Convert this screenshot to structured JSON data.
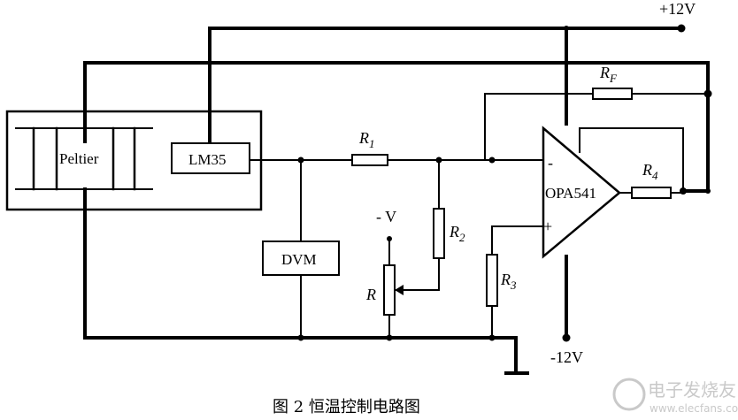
{
  "labels": {
    "vplus": "+12V",
    "vminus": "-12V",
    "neg_v": "- V",
    "peltier": "Peltier",
    "lm35": "LM35",
    "dvm": "DVM",
    "opamp": "OPA541",
    "rf_main": "R",
    "rf_sub": "F",
    "r1_main": "R",
    "r1_sub": "1",
    "r2_main": "R",
    "r2_sub": "2",
    "r3_main": "R",
    "r3_sub": "3",
    "r4_main": "R",
    "r4_sub": "4",
    "pot": "R",
    "plus_sign": "+",
    "minus_sign": "-"
  },
  "caption": "图 2  恒温控制电路图",
  "watermark": {
    "title": "电子发烧友",
    "url": "www.elecfans.com"
  }
}
